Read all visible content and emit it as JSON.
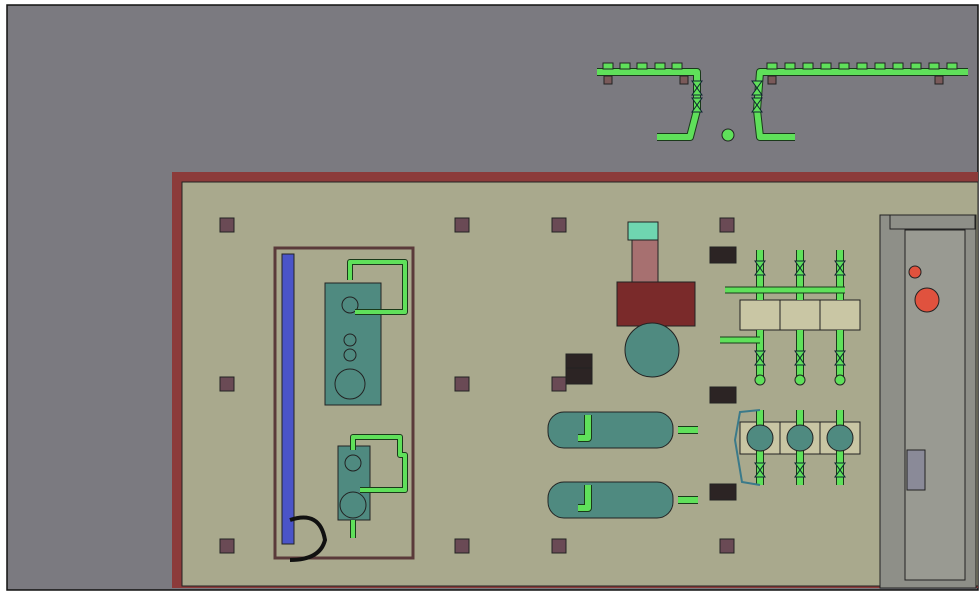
{
  "colors": {
    "background": "#7b7a80",
    "floor": "#a9a98d",
    "wall_brick": "#8c3b3a",
    "pipe": "#5fe05a",
    "vessel": "#4f8a80",
    "panel": "#c9c6a4",
    "structure": "#8e8f88",
    "pump_red": "#e0523e",
    "blue_wall": "#4a54c8",
    "heat_exchanger": "#7a2a2a"
  },
  "icons": [
    "pipe-header",
    "valve",
    "vessel",
    "pump",
    "heat-exchanger",
    "floor-grate",
    "column"
  ]
}
